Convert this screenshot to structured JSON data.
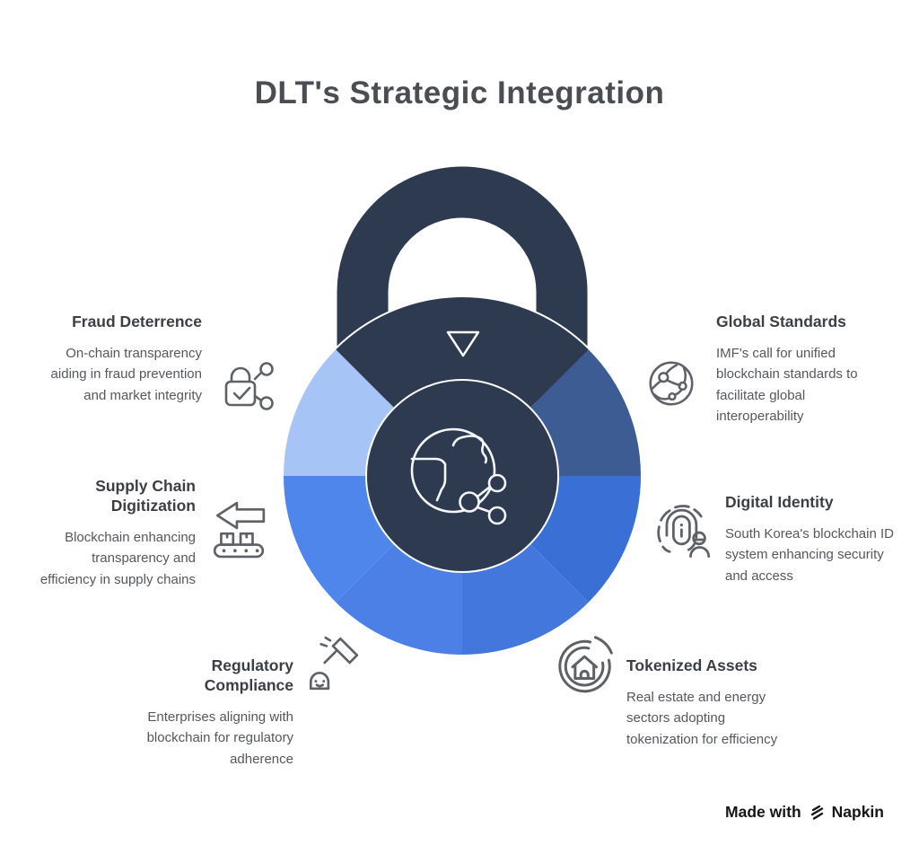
{
  "title": "DLT's Strategic Integration",
  "items": [
    {
      "id": "fraud-deterrence",
      "title": "Fraud Deterrence",
      "description": "On-chain transparency aiding in fraud prevention and market integrity",
      "icon": "lock-check-network-icon",
      "side": "left",
      "segment_color": "#A6C4F6"
    },
    {
      "id": "supply-chain-digitization",
      "title": "Supply Chain Digitization",
      "description": "Blockchain enhancing transparency and efficiency in supply chains",
      "icon": "conveyor-arrow-icon",
      "side": "left",
      "segment_color": "#4F86EC"
    },
    {
      "id": "regulatory-compliance",
      "title": "Regulatory Compliance",
      "description": "Enterprises aligning with blockchain for regulatory adherence",
      "icon": "gavel-compliance-icon",
      "side": "left",
      "segment_color": "#4C80E6"
    },
    {
      "id": "global-standards",
      "title": "Global Standards",
      "description": "IMF's call for unified blockchain standards to facilitate global interoperability",
      "icon": "globe-network-icon",
      "side": "right",
      "segment_color": "#3E5C94"
    },
    {
      "id": "digital-identity",
      "title": "Digital Identity",
      "description": "South Korea's blockchain ID system enhancing security and access",
      "icon": "fingerprint-person-icon",
      "side": "right",
      "segment_color": "#3A70D6"
    },
    {
      "id": "tokenized-assets",
      "title": "Tokenized Assets",
      "description": "Real estate and energy sectors adopting tokenization for efficiency",
      "icon": "token-house-icon",
      "side": "right",
      "segment_color": "#4377DC"
    }
  ],
  "lock": {
    "navy": "#2E3A50",
    "outline_white": "#FFFFFF",
    "center_icon": "globe-network-nodes-icon",
    "marker_icon": "triangle-down-marker"
  },
  "footer": {
    "text": "Made with",
    "brand": "Napkin",
    "logo_icon": "napkin-logo-icon"
  }
}
